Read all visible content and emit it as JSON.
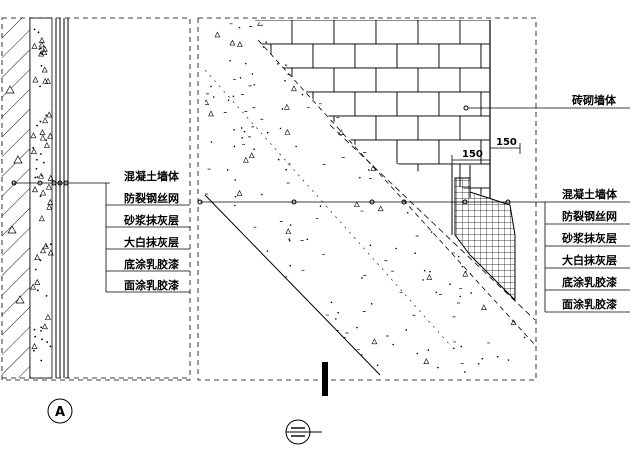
{
  "left_detail": {
    "layers": [
      "混凝土墙体",
      "防裂钢丝网",
      "砂浆抹灰层",
      "大白抹灰层",
      "底涂乳胶漆",
      "面涂乳胶漆"
    ],
    "section_mark": "A"
  },
  "right_detail": {
    "brick_label": "砖砌墙体",
    "layers": [
      "混凝土墙体",
      "防裂钢丝网",
      "砂浆抹灰层",
      "大白抹灰层",
      "底涂乳胶漆",
      "面涂乳胶漆"
    ],
    "dim_left": "150",
    "dim_right": "150"
  },
  "detail_symbol": {
    "top": "",
    "bottom": ""
  }
}
